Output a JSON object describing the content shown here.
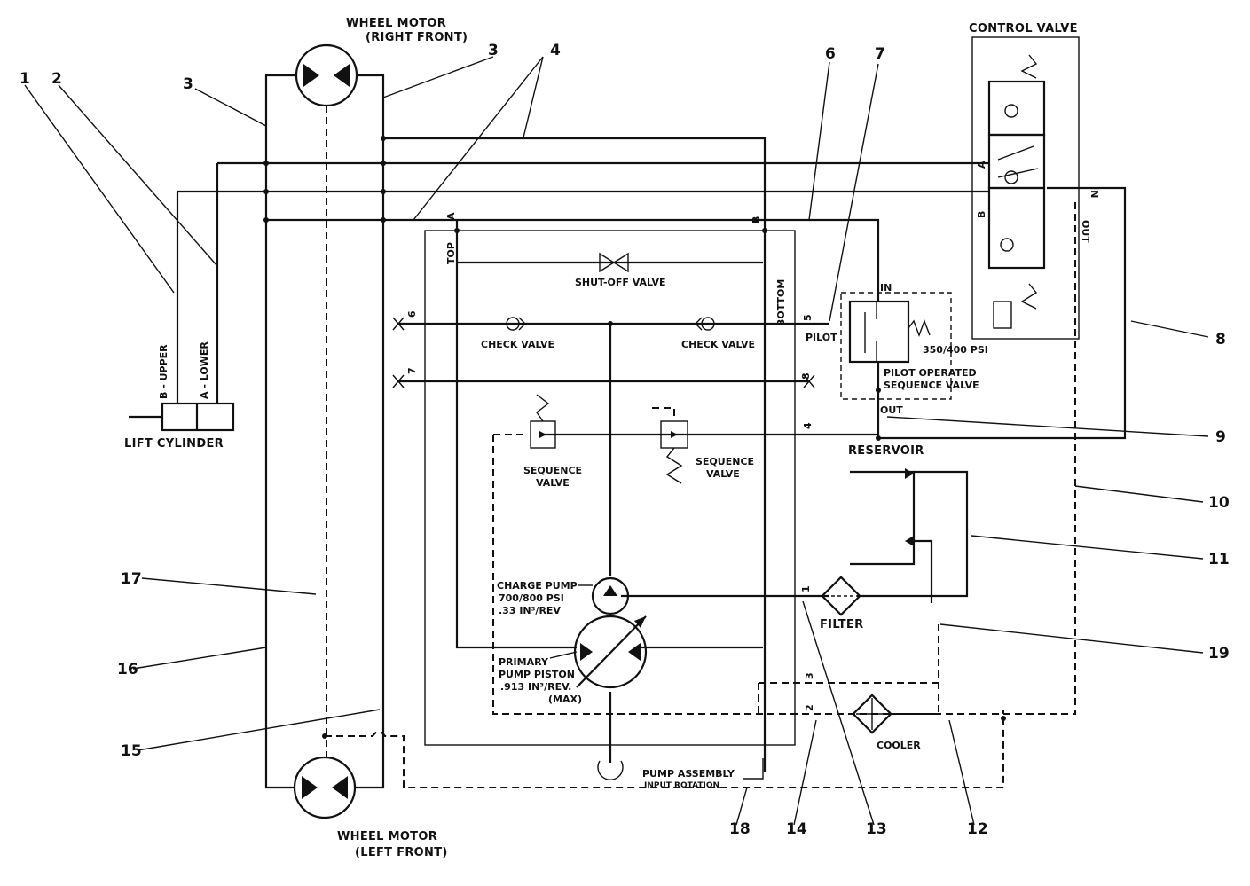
{
  "labels": {
    "wheel_motor_rf_l1": "WHEEL MOTOR",
    "wheel_motor_rf_l2": "(RIGHT FRONT)",
    "wheel_motor_lf_l1": "WHEEL MOTOR",
    "wheel_motor_lf_l2": "(LEFT FRONT)",
    "control_valve": "CONTROL VALVE",
    "lift_cylinder": "LIFT CYLINDER",
    "b_upper": "B - UPPER",
    "a_lower": "A - LOWER",
    "shut_off_valve": "SHUT-OFF VALVE",
    "check_valve_left": "CHECK VALVE",
    "check_valve_right": "CHECK VALVE",
    "top": "TOP",
    "bottom": "BOTTOM",
    "pilot": "PILOT",
    "psi_350": "350/400 PSI",
    "pilot_operated_l1": "PILOT OPERATED",
    "pilot_operated_l2": "SEQUENCE VALVE",
    "in_seq": "IN",
    "out_seq": "OUT",
    "seq_valve_left_l1": "SEQUENCE",
    "seq_valve_left_l2": "VALVE",
    "seq_valve_right_l1": "SEQUENCE",
    "seq_valve_right_l2": "VALVE",
    "reservoir": "RESERVOIR",
    "filter": "FILTER",
    "cooler": "COOLER",
    "charge_pump_l1": "CHARGE PUMP",
    "charge_pump_l2": "700/800 PSI",
    "charge_pump_l3": ".33 IN³/REV",
    "primary_l1": "PRIMARY",
    "primary_l2": "PUMP PISTON",
    "primary_l3": ".913 IN³/REV.",
    "primary_l4": "(MAX)",
    "pump_assembly": "PUMP ASSEMBLY",
    "input_rotation": "INPUT ROTATION",
    "cv_a": "A",
    "cv_b": "B",
    "cv_in": "IN",
    "cv_out": "OUT",
    "port_a": "A",
    "port_b": "B",
    "port_1": "1",
    "port_2": "2",
    "port_3": "3",
    "port_4": "4",
    "port_5": "5",
    "port_6": "6",
    "port_7": "7",
    "port_8": "8"
  },
  "callouts": [
    "1",
    "2",
    "3",
    "3",
    "4",
    "6",
    "7",
    "8",
    "9",
    "10",
    "11",
    "19",
    "12",
    "13",
    "14",
    "18",
    "15",
    "16",
    "17"
  ]
}
